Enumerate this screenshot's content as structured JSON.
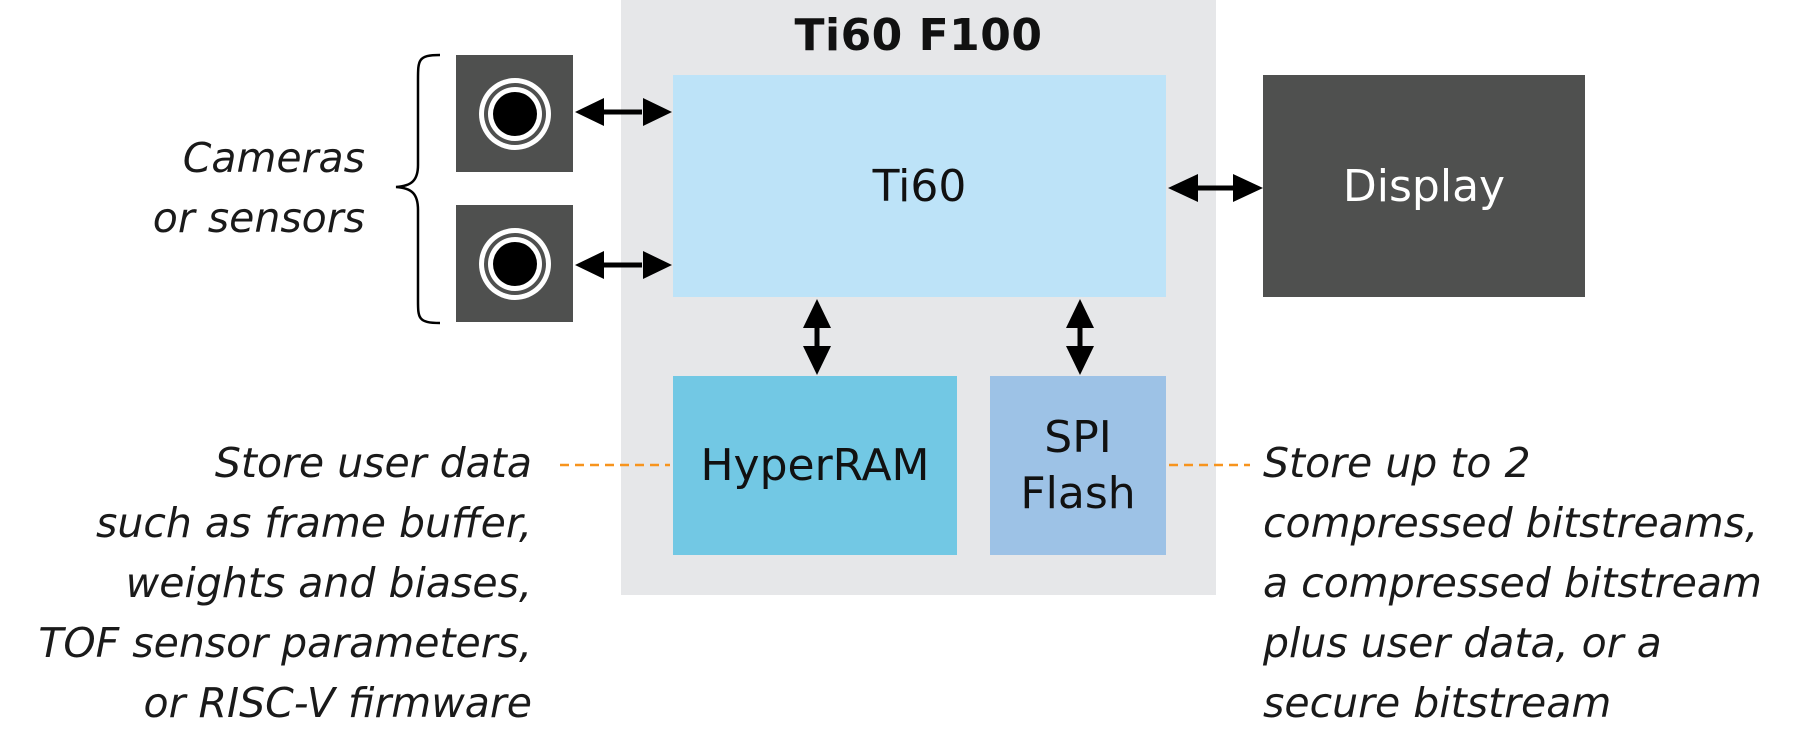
{
  "package": {
    "title": "Ti60 F100"
  },
  "blocks": {
    "ti60": "Ti60",
    "hyperram": "HyperRAM",
    "spi_line1": "SPI",
    "spi_line2": "Flash",
    "display": "Display"
  },
  "annotations": {
    "cameras": [
      "Cameras",
      "or sensors"
    ],
    "hyperram_note": [
      "Store user data",
      "such as frame buffer,",
      "weights and biases,",
      "TOF sensor parameters,",
      "or RISC-V firmware"
    ],
    "spi_note": [
      "Store up to 2",
      "compressed bitstreams,",
      "a compressed bitstream",
      "plus user data, or a",
      "secure bitstream"
    ]
  },
  "icons": {
    "camera": "camera-lens-icon",
    "arrow": "double-headed-arrow-icon"
  },
  "colors": {
    "package": "#e6e7e9",
    "ti60": "#bde3f8",
    "hyperram": "#72c8e4",
    "spi_flash": "#9dc2e6",
    "display": "#4f504f",
    "dashed_leader": "#f7941d"
  }
}
